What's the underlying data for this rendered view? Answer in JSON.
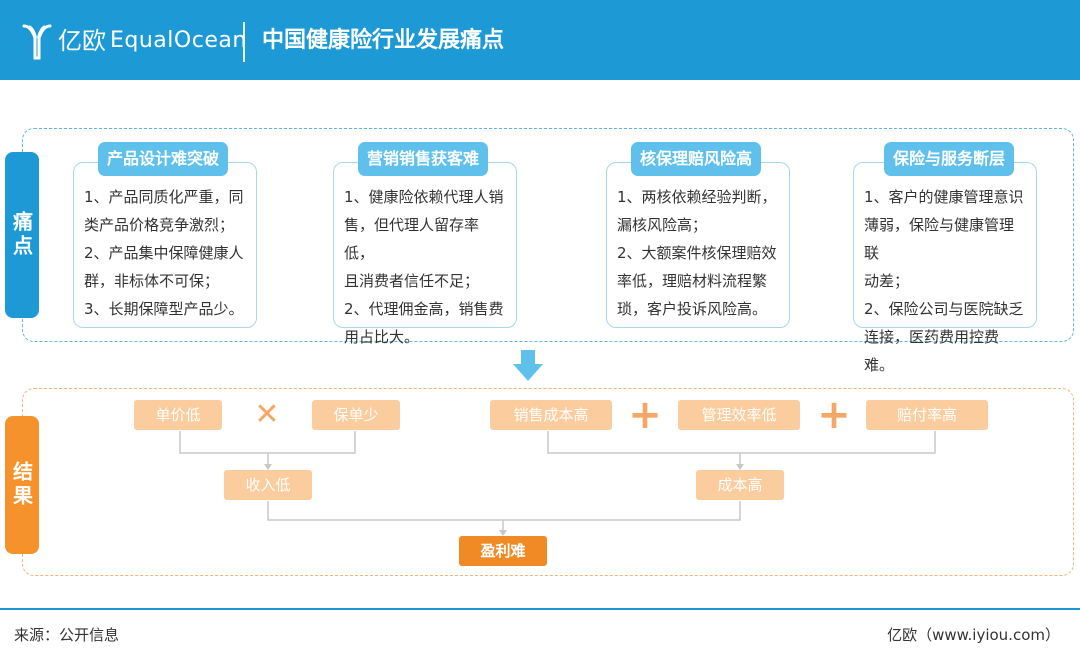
{
  "header": {
    "brand_cn": "亿欧",
    "brand_en": "EqualOcean",
    "title": "中国健康险行业发展痛点"
  },
  "pain": {
    "label": "痛点",
    "cards": [
      {
        "title": "产品设计难突破",
        "lines": [
          "1、产品同质化严重，同",
          "类产品价格竞争激烈；",
          "2、产品集中保障健康人",
          "群，非标体不可保；",
          "3、长期保障型产品少。"
        ]
      },
      {
        "title": "营销销售获客难",
        "lines": [
          "1、健康险依赖代理人销",
          "售，但代理人留存率低，",
          "且消费者信任不足；",
          "2、代理佣金高，销售费",
          "用占比大。"
        ]
      },
      {
        "title": "核保理赔风险高",
        "lines": [
          "1、两核依赖经验判断，",
          "漏核风险高；",
          "2、大额案件核保理赔效",
          "率低，理赔材料流程繁",
          "琐，客户投诉风险高。"
        ]
      },
      {
        "title": "保险与服务断层",
        "lines": [
          "1、客户的健康管理意识",
          "薄弱，保险与健康管理联",
          "动差；",
          "2、保险公司与医院缺乏",
          "连接，医药费用控费难。"
        ]
      }
    ]
  },
  "result": {
    "label": "结果",
    "unit_price_low": "单价低",
    "premium_low": "保单少",
    "income_low": "收入低",
    "sales_cost_high": "销售成本高",
    "mgmt_eff_low": "管理效率低",
    "claim_rate_high": "赔付率高",
    "cost_high": "成本高",
    "profit_hard": "盈利难",
    "times_symbol": "✕",
    "plus_symbol": "+"
  },
  "footer": {
    "source": "来源：公开信息",
    "site": "亿欧（www.iyiou.com）"
  },
  "colors": {
    "blue": "#1d9ad6",
    "light_blue": "#5fc0ec",
    "orange": "#f08a24",
    "light_orange": "#fbcc9e"
  }
}
